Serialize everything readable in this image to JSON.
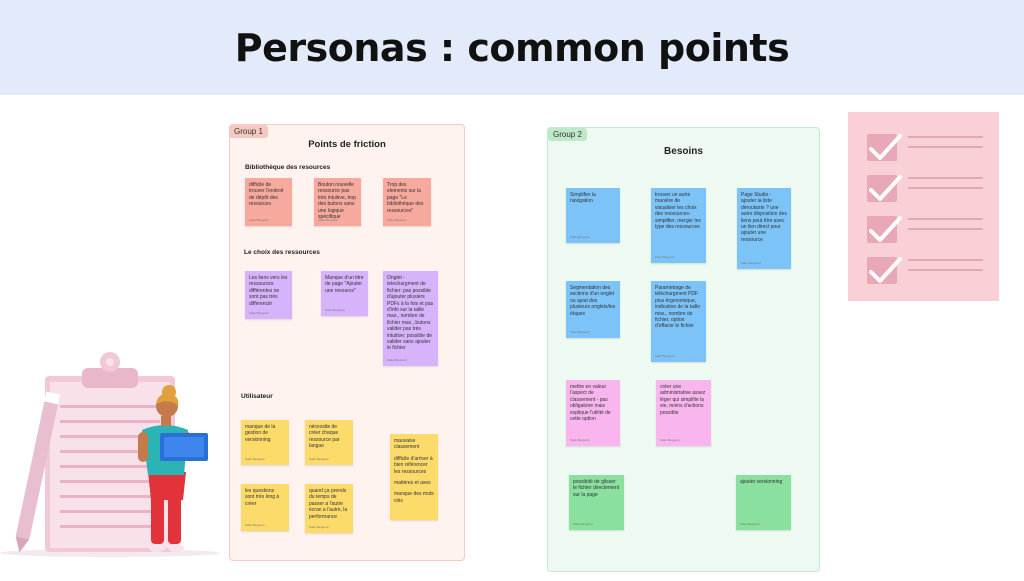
{
  "title": "Personas : common points",
  "group1": {
    "tag": "Group 1",
    "title": "Points de friction",
    "sections": [
      "Bibliothèque des resources",
      "Le choix des ressources",
      "Utilisateur"
    ],
    "notes": [
      "difficile de trouver l'endroit de dépôt des resources",
      "Bouton nouvelle ressource pas très intuitive, trop des butons sans une logique spécifique",
      "Trop des elements sur la page \"Le bibliothèque des ressources\"",
      "Les liens vers les ressources différentes ne sont pas très differencié",
      "Manque d'un titre de page \"Ajouter une resource\"",
      "Onglet - telechargment de fichier: pas possible d'ajouter plusiers PDFs à la fois et pas d'info sur la taille max., nombre de fichier max., butons valider pas très intuitive; possible de valider sans ajouter le fichier",
      "manque de la gestion de versionning",
      "nécessite de créer chaque ressource par langue",
      "les questions sont très long à créer",
      "quand ça prends du temps de passer a l'autre écran a l'autre, la performance",
      "mauvaise classement",
      "difficile d'arriver à bien référencer les ressources",
      "matières et axes",
      "manque des mots clés"
    ]
  },
  "group2": {
    "tag": "Group 2",
    "title": "Besoins",
    "notes": [
      "Simplifier la navigation",
      "trouver un autre manière de visualiser les choix des ressources- simplifier, merger les type des ressources",
      "Page Studio - ajouter la liste déroulante ? une autre disposition des liens peut être avec un lien direct pour ajouter une ressource",
      "Segmentation des sections d'un onglet ou ajout des plusieurs onglets/les étapes",
      "Parametrage de téléchargment PDF plus érgonomique, indication de la taille max., nombre de fichier, option d'effacer le fichier",
      "mettre en valeur l'aspect de classement - pas obligatoire mais explique l'utilité de cette option",
      "créer une administrative assez léger qui simplifie la vie, moins d'actions possible",
      "possibité de glisser le fichier directement sur la page",
      "ajouter versionning"
    ]
  },
  "note_author": "Katie Bergeron",
  "colors": {
    "banner": "#e3ebfb",
    "salmon": "#f6a99c",
    "purple": "#d6b3fa",
    "yellow": "#fddb6a",
    "blue": "#7cc4f8",
    "pink": "#f9b6ee",
    "green": "#8ae09f"
  },
  "icons": [
    "checklist-illustration",
    "person-with-laptop-illustration",
    "clipboard-illustration"
  ]
}
